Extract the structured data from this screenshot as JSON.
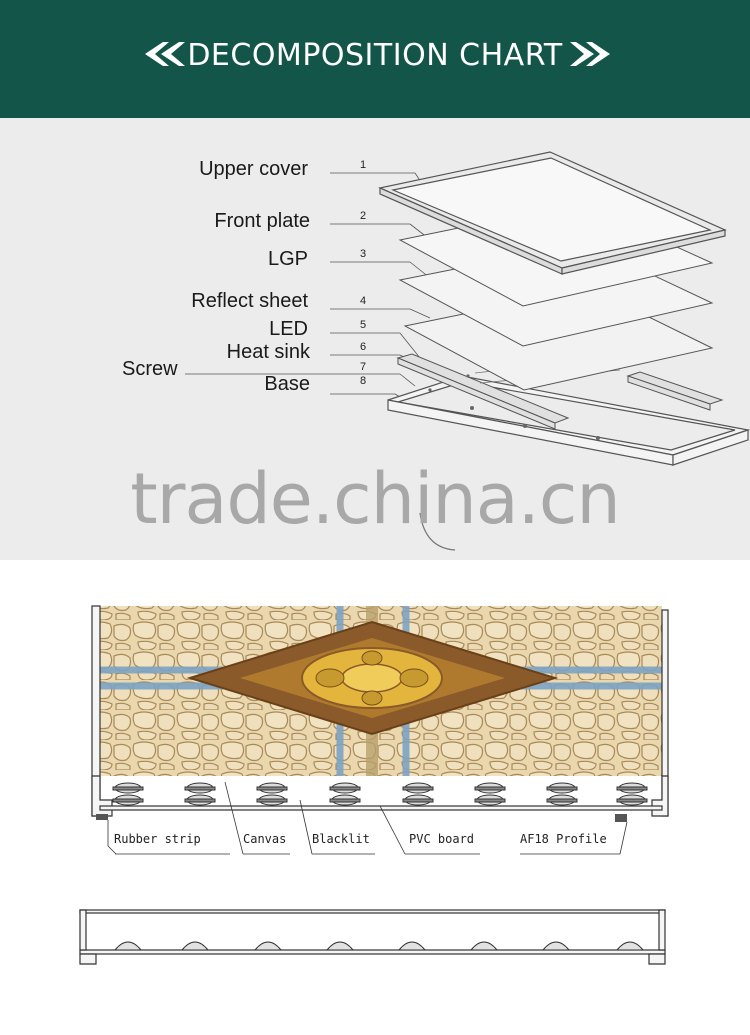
{
  "header": {
    "title": "DECOMPOSITION CHART",
    "bg_color": "#14554a",
    "left_icon": "double-chevron-left-icon",
    "right_icon": "double-chevron-right-icon"
  },
  "exploded_view": {
    "parts": [
      {
        "number": "1",
        "name": "Upper cover"
      },
      {
        "number": "2",
        "name": "Front plate"
      },
      {
        "number": "3",
        "name": "LGP"
      },
      {
        "number": "4",
        "name": "Reflect sheet"
      },
      {
        "number": "5",
        "name": "LED"
      },
      {
        "number": "6",
        "name": "Heat sink"
      },
      {
        "number": "7",
        "name": "Screw"
      },
      {
        "number": "8",
        "name": "Base"
      }
    ],
    "watermark": "trade.china.cn"
  },
  "cross_section": {
    "callouts": [
      "Rubber strip",
      "Canvas",
      "Blacklit",
      "PVC board",
      "AF18 Profile"
    ]
  }
}
